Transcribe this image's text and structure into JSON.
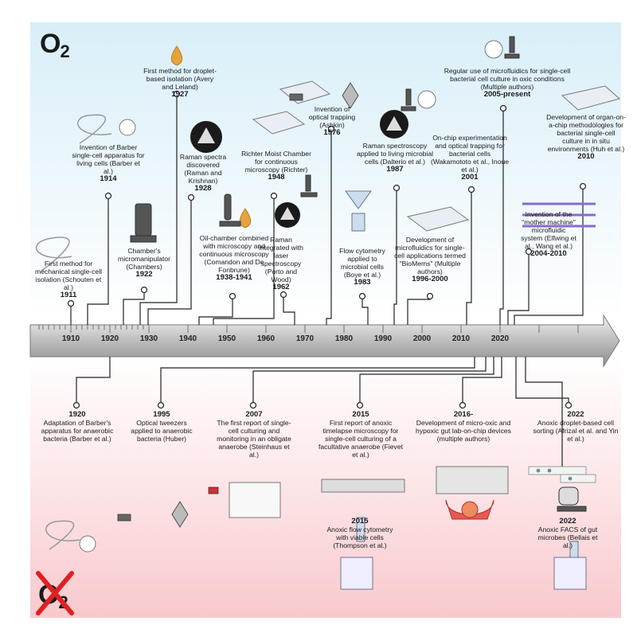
{
  "header": {
    "o2_top": "O",
    "o2_top_sub": "2",
    "o2_bottom": "O",
    "o2_bottom_sub": "2"
  },
  "axis": {
    "ticks": [
      "1910",
      "1920",
      "1930",
      "1940",
      "1950",
      "1960",
      "1970",
      "1980",
      "1990",
      "2000",
      "2010",
      "2020"
    ]
  },
  "top_events": {
    "e1911": {
      "text": "First method for mechanical single-cell isolation (Schouten et al.)",
      "year": "1911"
    },
    "e1914": {
      "text": "Invention of Barber single-cell apparatus for living cells (Barber et al.)",
      "year": "1914"
    },
    "e1922": {
      "text": "Chamber's micromanipulator (Chambers)",
      "year": "1922"
    },
    "e1927": {
      "text": "First method for droplet-based isolation (Avery and Leland)",
      "year": "1927"
    },
    "e1928": {
      "text": "Raman spectra discovered (Raman and Krishnan)",
      "year": "1928"
    },
    "e1938": {
      "text": "Oil-chamber combined with microscopy and continuous microscopy (Comandon and De Fonbrune)",
      "year": "1938-1941"
    },
    "e1948": {
      "text": "Richter Moist Chamber for continuous microscopy (Richter)",
      "year": "1948"
    },
    "e1962": {
      "text": "Raman integrated with laser spectroscopy (Porto and Wood)",
      "year": "1962"
    },
    "e1976": {
      "text": "Invention of optical trapping (Ashkin)",
      "year": "1976"
    },
    "e1983": {
      "text": "Flow cytometry applied to microbial cells (Boye et al.)",
      "year": "1983"
    },
    "e1987": {
      "text": "Raman spectroscopy applied to living microbial cells (Dalterio et al.)",
      "year": "1987"
    },
    "e1996": {
      "text": "Development of microfluidics for single-cell applications termed \"BioMems\" (Multiple authors)",
      "year": "1996-2000"
    },
    "e2001": {
      "text": "On-chip experimentation and optical trapping for bacterial cells (Wakamototo et al., Inoue et al.)",
      "year": "2001"
    },
    "e2005": {
      "text": "Regular use of microfluidics for single-cell bacterial cell culture in oxic conditions (Multiple authors)",
      "year": "2005-present"
    },
    "e2004": {
      "text": "Invention of the \"mother machine\" microfluidic system (Elfwing et al., Wang et al.)",
      "year": "2004-2010"
    },
    "e2010": {
      "text": "Development of organ-on-a-chip methodologies for bacterial single-cell culture in in situ environments (Huh et al.)",
      "year": "2010"
    }
  },
  "bottom_events": {
    "b1920": {
      "year": "1920",
      "text": "Adaptation of Barber's apparatus for anaerobic bacteria (Barber et al.)"
    },
    "b1995": {
      "year": "1995",
      "text": "Optical tweezers applied to anaerobic bacteria (Huber)"
    },
    "b2007": {
      "year": "2007",
      "text": "The first report of single-cell culturing and monitoring in an obligate anaerobe (Steinhaus et al.)"
    },
    "b2015a": {
      "year": "2015",
      "text": "First report of anoxic timelapse microscopy for single-cell culturing of a facultative anaerobe (Fievet et al.)"
    },
    "b2015b": {
      "year": "2015",
      "text": "Anoxic flow cytometry with viable cells (Thompson et al.)"
    },
    "b2016": {
      "year": "2016-",
      "text": "Development of micro-oxic and hypoxic gut lab-on-chip devices (multiple authors)"
    },
    "b2022a": {
      "year": "2022",
      "text": "Anoxic droplet-based cell sorting (Afrizal et al. and Yin et al.)"
    },
    "b2022b": {
      "year": "2022",
      "text": "Anoxic FACS of gut microbes (Bellais et al.)"
    }
  },
  "colors": {
    "top_bg": "#d8eef8",
    "bottom_bg": "#f8c9cd",
    "arrow": "#c9c9c9",
    "cross": "#e02020"
  }
}
